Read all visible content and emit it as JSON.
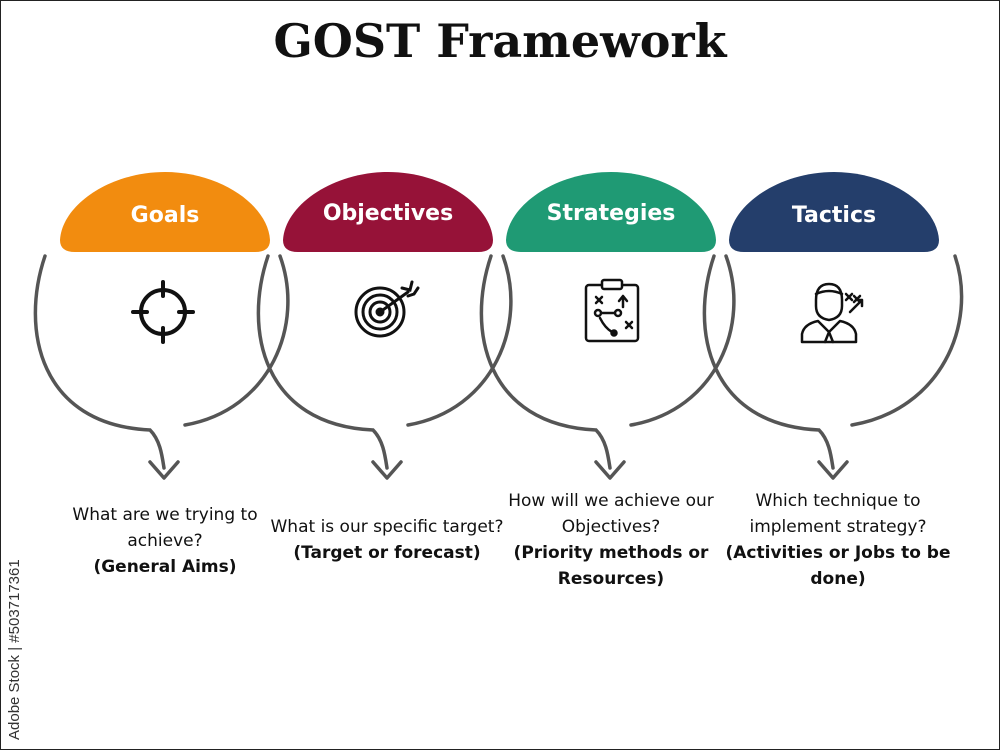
{
  "title": "GOST Framework",
  "watermark": "Adobe Stock | #503717361",
  "stages": [
    {
      "label": "Goals",
      "color": "#f28c0f",
      "icon": "crosshair-icon",
      "question": "What are we trying to achieve?",
      "answer": "(General Aims)"
    },
    {
      "label": "Objectives",
      "color": "#961238",
      "icon": "target-arrow-icon",
      "question": "What is our specific target?",
      "answer": "(Target or forecast)"
    },
    {
      "label": "Strategies",
      "color": "#1f9a74",
      "icon": "strategy-clipboard-icon",
      "question": "How will we achieve our Objectives?",
      "answer": "(Priority methods or Resources)"
    },
    {
      "label": "Tactics",
      "color": "#243e6b",
      "icon": "tactics-person-icon",
      "question": "Which technique to implement strategy?",
      "answer": "(Activities or Jobs to be done)"
    }
  ]
}
